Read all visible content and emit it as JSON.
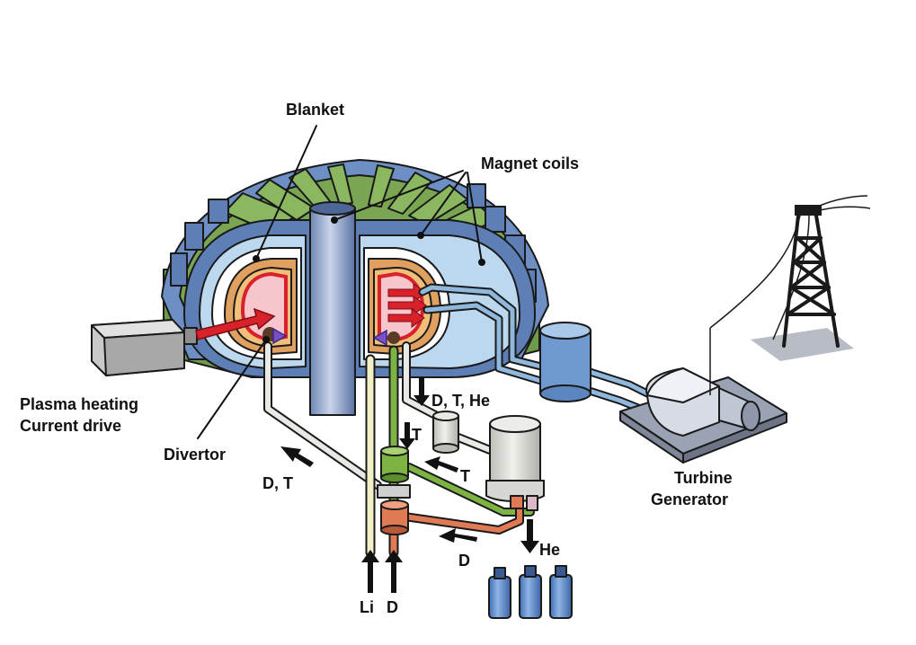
{
  "labels": {
    "blanket": "Blanket",
    "magnet_coils": "Magnet coils",
    "plasma_heating": "Plasma heating",
    "current_drive": "Current drive",
    "divertor": "Divertor",
    "turbine": "Turbine",
    "generator": "Generator",
    "dt_out": "D, T",
    "dthe": "D, T, He",
    "t_down": "T",
    "t_back": "T",
    "he": "He",
    "d_back": "D",
    "li": "Li",
    "d_in": "D"
  },
  "colors": {
    "coil_green": "#6f9a4a",
    "coil_blue": "#5d7fb5",
    "blanket_orange": "#e0a060",
    "plasma_pink": "#f6c6cc",
    "plasma_red": "#d8212b",
    "pipe_blue": "#8fb8dc",
    "pipe_green": "#7cb342",
    "pipe_orange": "#e07a55",
    "gray": "#b8b8b8",
    "tank_blue": "#4f7fc4"
  },
  "icons": [
    "heating-unit-icon",
    "heat-exchanger-icon",
    "turbine-generator-icon",
    "power-tower-icon",
    "gas-bottle-icon"
  ]
}
